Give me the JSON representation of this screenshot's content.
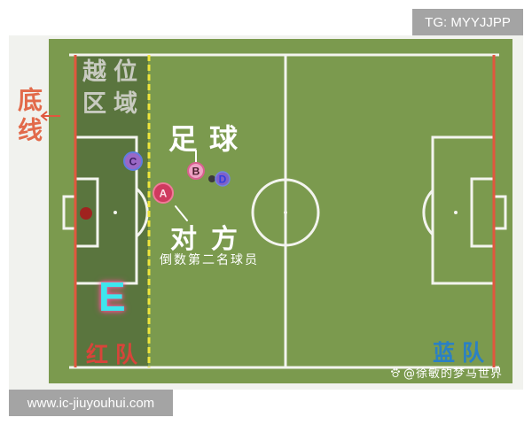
{
  "tags": {
    "top": "TG: MYYJJPP",
    "bottom": "www.ic-jiuyouhui.com"
  },
  "diagram": {
    "goal_line_label": "底线",
    "goal_line_arrow_icon": "arrow-left-icon",
    "offside_zone_label": "越位区域",
    "ball_label": "足球",
    "opponent_label": "对方",
    "opponent_note": "倒数第二名球员",
    "red_team_label": "红队",
    "blue_team_label": "蓝队"
  },
  "players": {
    "a": "A",
    "b": "B",
    "c": "C",
    "d": "D",
    "e": "E"
  },
  "credit": {
    "icon": "paw-icon",
    "text": "@徐敏的梦马世界"
  },
  "colors": {
    "field": "#7b9a4e",
    "offside_zone": "#5a753e",
    "pitch_lines": "#f3f4ee",
    "goal_line": "#e0573e",
    "offside_line": "#efe53c",
    "red_team": "#d8443a",
    "blue_team": "#2b80c4",
    "player_e": "#3ee6ee"
  }
}
